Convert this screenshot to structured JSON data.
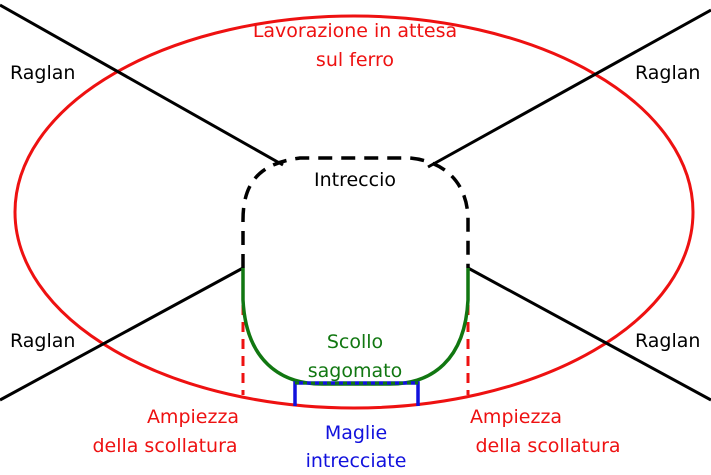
{
  "labels": {
    "waiting_line1": "Lavorazione in attesa",
    "waiting_line2": "sul ferro",
    "raglan_tl": "Raglan",
    "raglan_tr": "Raglan",
    "raglan_bl": "Raglan",
    "raglan_br": "Raglan",
    "intreccio": "Intreccio",
    "scollo_line1": "Scollo",
    "scollo_line2": "sagomato",
    "width_left_line1": "Ampiezza",
    "width_left_line2": "della scollatura",
    "width_right_line1": "Ampiezza",
    "width_right_line2": "della scollatura",
    "maglie_line1": "Maglie",
    "maglie_line2": "intrecciate"
  },
  "colors": {
    "red": "#ee1111",
    "black": "#000000",
    "green": "#117711",
    "blue": "#1111dd"
  }
}
